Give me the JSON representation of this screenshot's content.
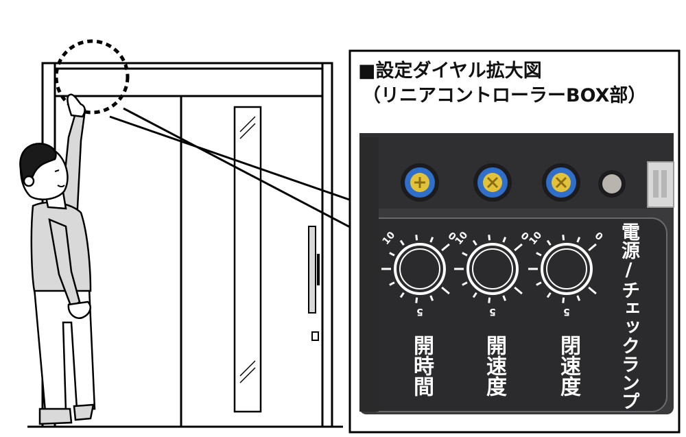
{
  "callout": {
    "title_line1": "■設定ダイヤル拡大図",
    "title_line2": "（リニアコントローラーBOX部）"
  },
  "dials": [
    {
      "label": "開時間",
      "max": "10",
      "min": "0",
      "mid": "5"
    },
    {
      "label": "開速度",
      "max": "10",
      "min": "0",
      "mid": "5"
    },
    {
      "label": "閉速度",
      "max": "10",
      "min": "0",
      "mid": "5"
    }
  ],
  "lamp_label": "電源/チェックランプ",
  "colors": {
    "panel": "#3a3a3c",
    "panel_dark": "#2b2b2d",
    "trimmer_blue": "#2f6fc9",
    "trimmer_screw": "#e2c23a",
    "line": "#000000"
  }
}
